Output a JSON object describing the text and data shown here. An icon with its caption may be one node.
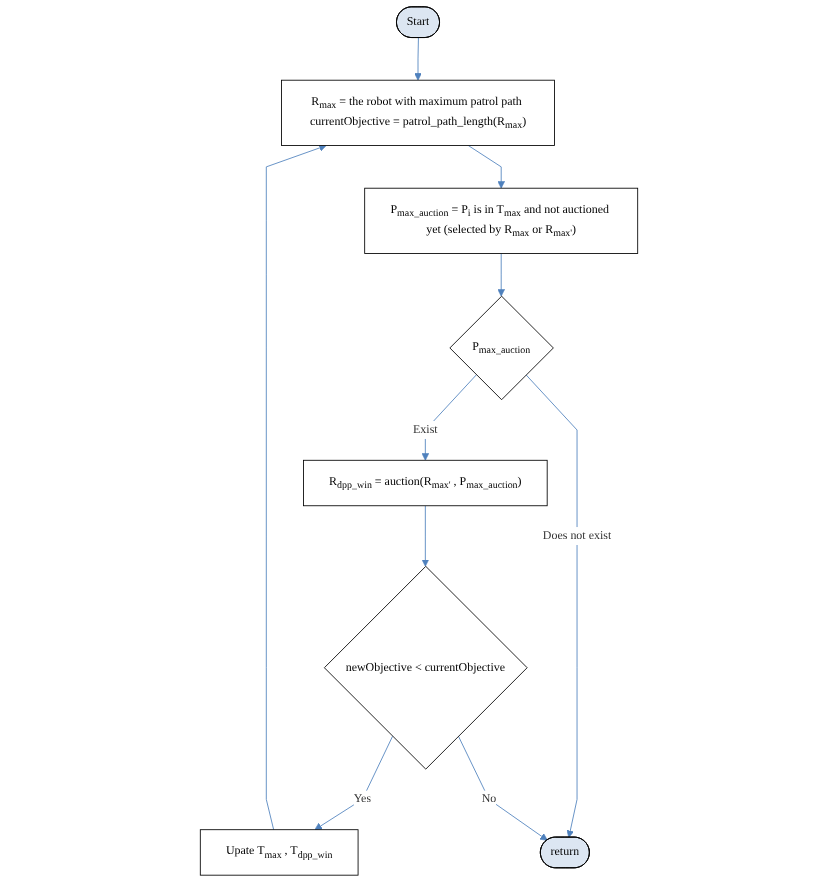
{
  "diagram": {
    "nodes": [
      {
        "text": [
          "Start"
        ]
      },
      {
        "text": [
          "R$_{max}$ = the robot with maximum patrol path currentObjective = patrol_path_length(R$_{max}$)"
        ]
      },
      {
        "text": [
          "P$_{max_auction}$ = P$_{i}$ is in T$_{max}$ and not auctioned yet (selected by R$_{max}$ or R$_{max'}$)"
        ]
      },
      {
        "text": [
          "P$_{max_auction}$"
        ]
      },
      {
        "text": [
          "R$_{dpp_win}$ = auction(R$_{max'}$ , P$_{max_auction}$)"
        ]
      },
      {
        "text": [
          "newObjective < currentObjective"
        ]
      },
      {
        "text": [
          "Upate T$_{max}$ , T$_{dpp_win}$"
        ]
      },
      {
        "text": [
          "return"
        ]
      }
    ],
    "edges": [
      {
        "from": 0,
        "to": 1,
        "arrow": "to"
      },
      {
        "from": 1,
        "to": 2,
        "arrow": "to"
      },
      {
        "from": 2,
        "to": 3,
        "arrow": "to"
      },
      {
        "from": 3,
        "to": 4,
        "label": "Exist",
        "arrow": "to"
      },
      {
        "from": 3,
        "to": 7,
        "label": "Does not exist",
        "arrow": "to"
      },
      {
        "from": 4,
        "to": 5,
        "arrow": "to"
      },
      {
        "from": 5,
        "to": 6,
        "label": "Yes",
        "arrow": "to"
      },
      {
        "from": 5,
        "to": 7,
        "label": "No",
        "arrow": "to"
      },
      {
        "from": 6,
        "to": 1,
        "arrow": "to"
      }
    ]
  }
}
